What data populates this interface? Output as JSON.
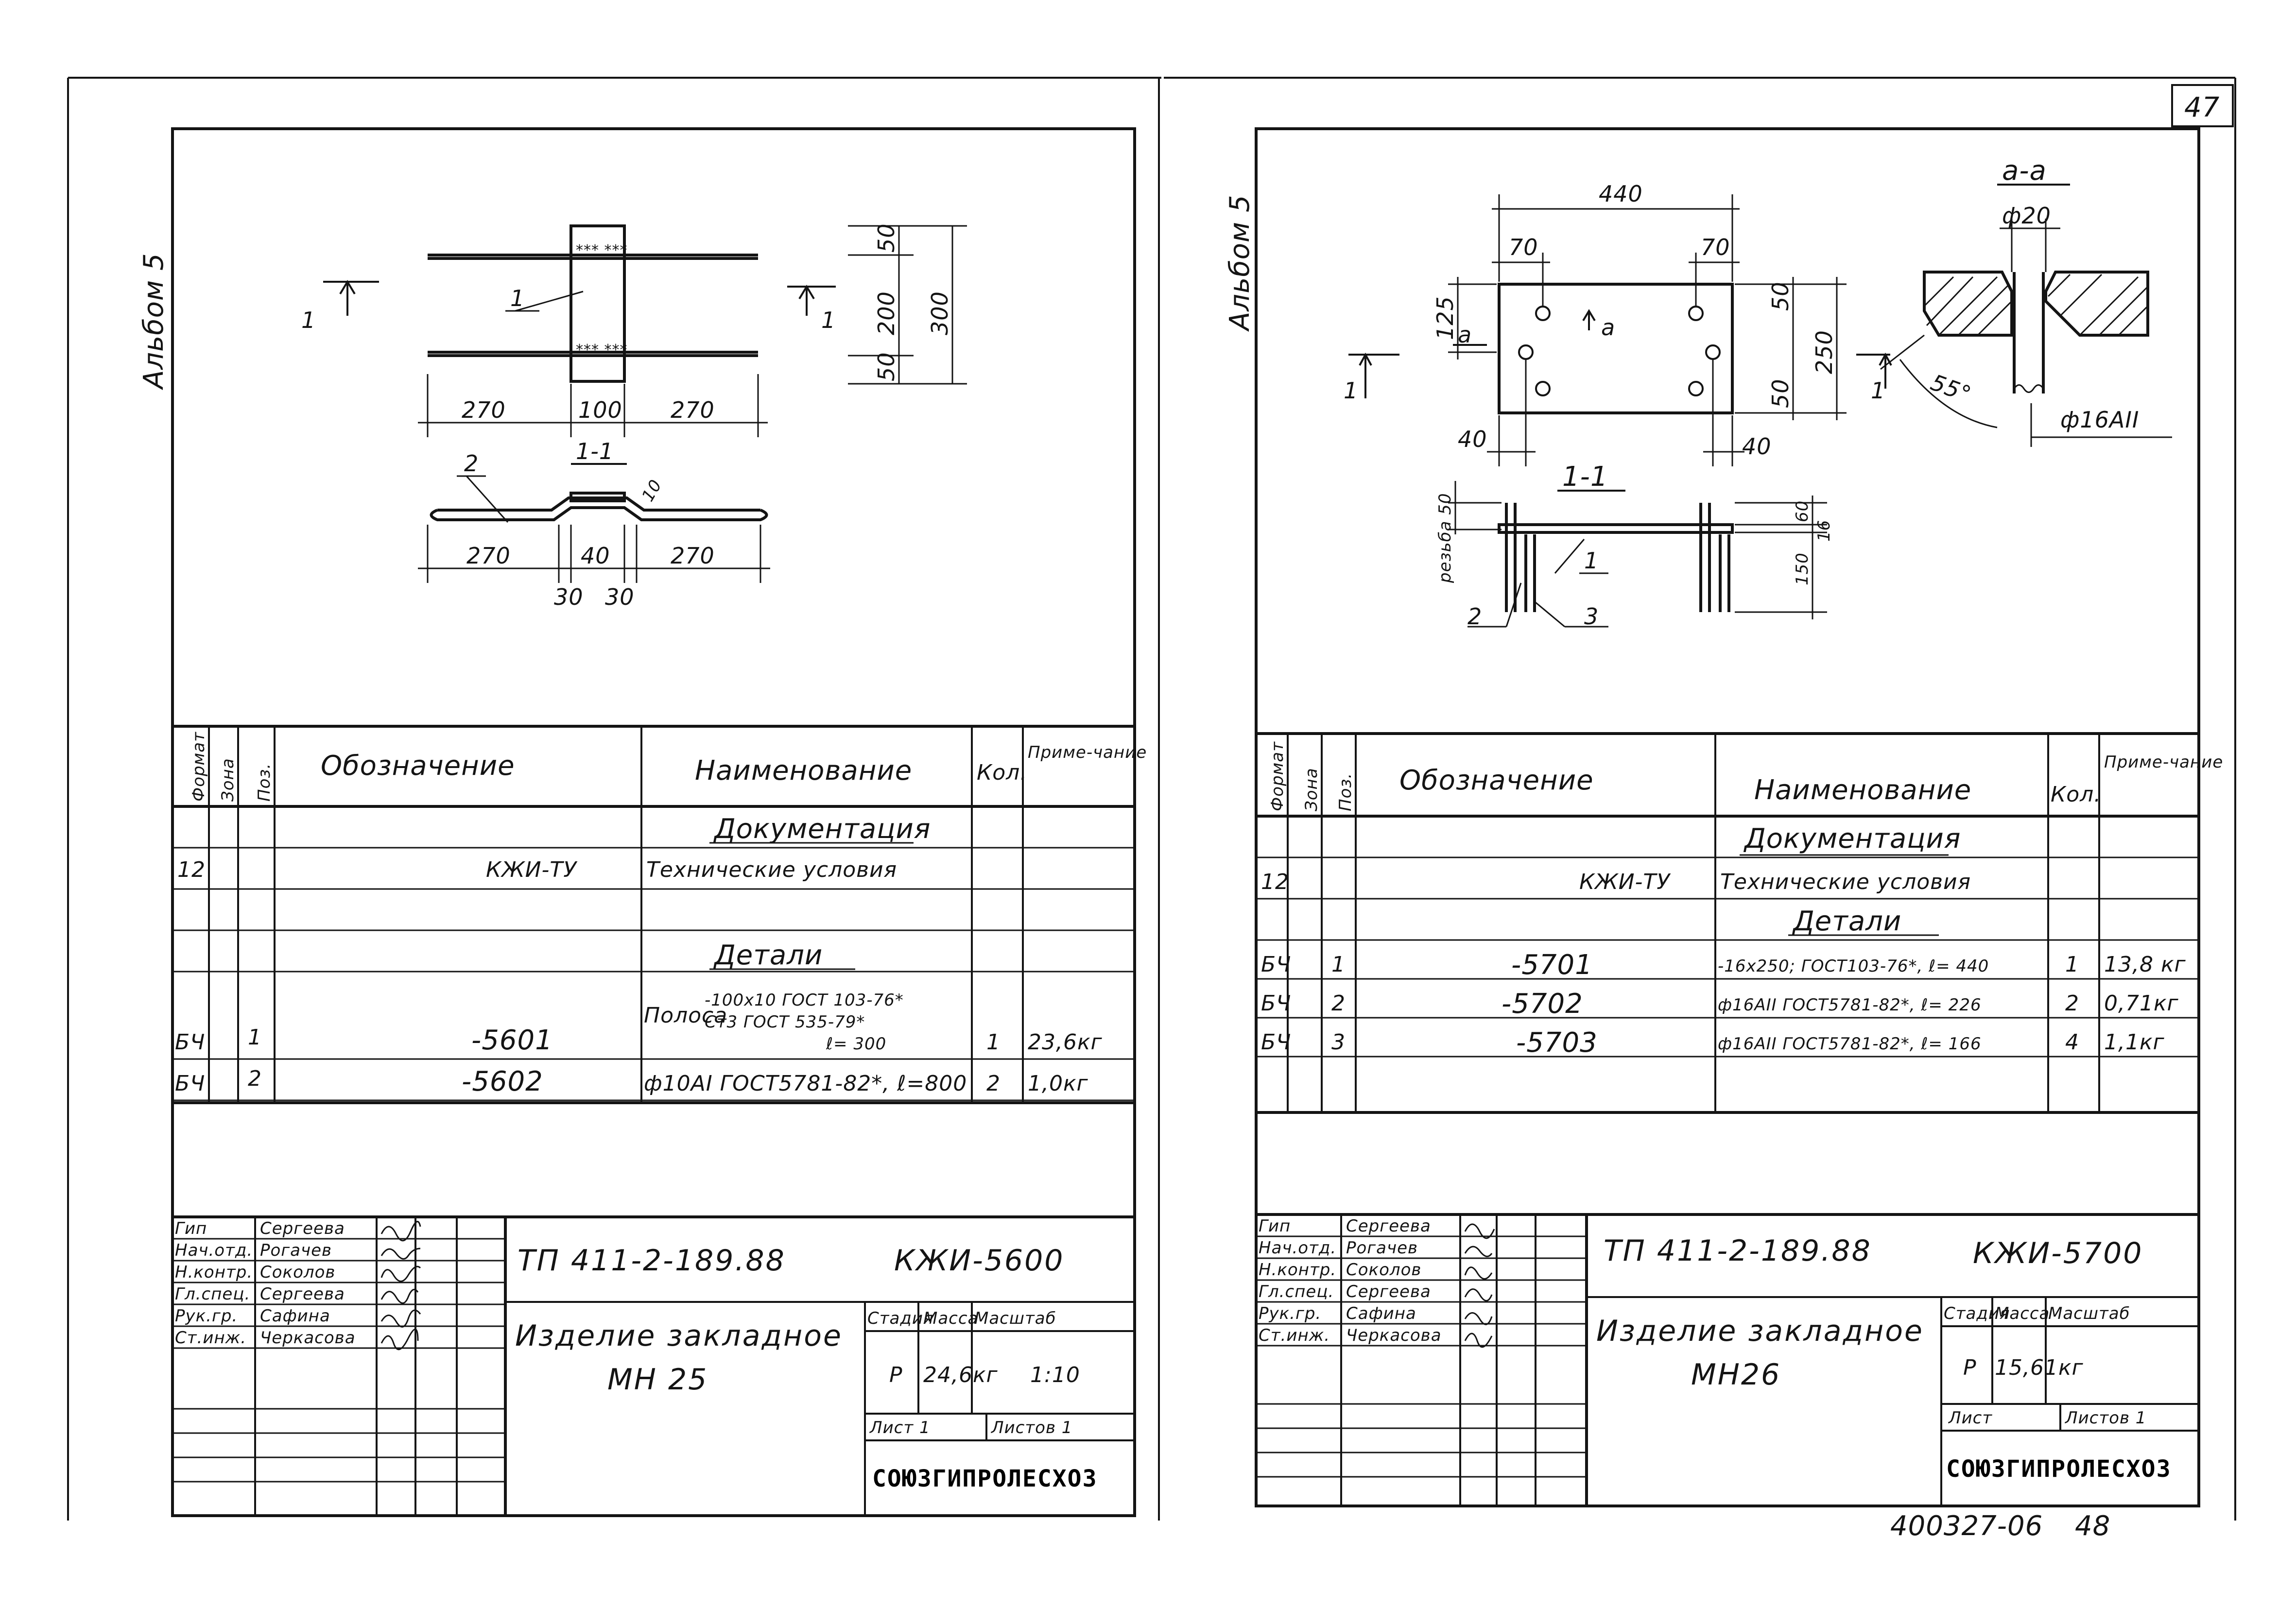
{
  "page": {
    "number": "47"
  },
  "left": {
    "album": "Альбом 5",
    "drawing": {
      "section_label_1": "1",
      "section_label_2": "1",
      "section_title": "1-1",
      "callout_1": "1",
      "callout_2": "2",
      "dim_50_top": "50",
      "dim_200": "200",
      "dim_300": "300",
      "dim_50_bottom": "50",
      "dim_270_left": "270",
      "dim_100": "100",
      "dim_270_right": "270",
      "dim_10": "10",
      "sec_270_left": "270",
      "sec_40": "40",
      "sec_270_right": "270",
      "sec_30_a": "30",
      "sec_30_b": "30"
    },
    "spec": {
      "headers": {
        "format": "Формат",
        "zone": "Зона",
        "pos": "Поз.",
        "designation": "Обозначение",
        "name": "Наименование",
        "qty": "Кол.",
        "note": "Приме-чание"
      },
      "section_docs": "Документация",
      "doc_format": "12",
      "doc_designation": "КЖИ-ТУ",
      "doc_name": "Технические условия",
      "section_parts": "Детали",
      "rows": [
        {
          "format": "БЧ",
          "pos": "1",
          "designation": "-5601",
          "name_prefix": "Полоса",
          "name_line1": "-100х10 ГОСТ 103-76*",
          "name_line2": "Ст3 ГОСТ 535-79*",
          "name_line3": "ℓ= 300",
          "qty": "1",
          "note": "23,6кг"
        },
        {
          "format": "БЧ",
          "pos": "2",
          "designation": "-5602",
          "name": "ф10АI ГОСТ5781-82*, ℓ=800",
          "qty": "2",
          "note": "1,0кг"
        }
      ]
    },
    "title_block": {
      "code": "ТП 411-2-189.88",
      "sheet_code": "КЖИ-5600",
      "roles": [
        "Гип",
        "Нач.отд.",
        "Н.контр.",
        "Гл.спец.",
        "Рук.гр.",
        "Ст.инж."
      ],
      "names": [
        "Сергеева",
        "Рогачев",
        "Соколов",
        "Сергеева",
        "Сафина",
        "Черкасова"
      ],
      "title_line1": "Изделие закладное",
      "title_line2": "МН 25",
      "stage_label": "Стадия",
      "mass_label": "Масса",
      "scale_label": "Масштаб",
      "stage": "Р",
      "mass": "24,6кг",
      "scale": "1:10",
      "sheet": "Лист 1",
      "sheets": "Листов 1",
      "org": "СОЮЗГИПРОЛЕСХОЗ"
    }
  },
  "right": {
    "album": "Альбом 5",
    "drawing": {
      "dim_440": "440",
      "dim_70_left": "70",
      "dim_70_right": "70",
      "dim_125": "125",
      "dim_50_top": "50",
      "dim_250": "250",
      "dim_50_bottom": "50",
      "dim_40_left": "40",
      "dim_40_right": "40",
      "section_a_left": "а",
      "section_a_right": "а",
      "section_label_1": "1",
      "section_label_2": "1",
      "section_aa": "а-а",
      "dim_phi20": "ф20",
      "angle_55": "55°",
      "bar_label": "ф16АII",
      "section_title": "1-1",
      "thread_label": "резьба 50",
      "dim_60": "60",
      "dim_16": "16",
      "dim_150": "150",
      "callout_1": "1",
      "callout_2": "2",
      "callout_3": "3"
    },
    "spec": {
      "headers": {
        "format": "Формат",
        "zone": "Зона",
        "pos": "Поз.",
        "designation": "Обозначение",
        "name": "Наименование",
        "qty": "Кол.",
        "note": "Приме-чание"
      },
      "section_docs": "Документация",
      "doc_format": "12",
      "doc_designation": "КЖИ-ТУ",
      "doc_name": "Технические условия",
      "section_parts": "Детали",
      "rows": [
        {
          "format": "БЧ",
          "pos": "1",
          "designation": "-5701",
          "name": "-16х250; ГОСТ103-76*, ℓ= 440",
          "qty": "1",
          "note": "13,8 кг"
        },
        {
          "format": "БЧ",
          "pos": "2",
          "designation": "-5702",
          "name": "ф16АII ГОСТ5781-82*, ℓ= 226",
          "qty": "2",
          "note": "0,71кг"
        },
        {
          "format": "БЧ",
          "pos": "3",
          "designation": "-5703",
          "name": "ф16АII ГОСТ5781-82*, ℓ= 166",
          "qty": "4",
          "note": "1,1кг"
        }
      ]
    },
    "title_block": {
      "code": "ТП 411-2-189.88",
      "sheet_code": "КЖИ-5700",
      "roles": [
        "Гип",
        "Нач.отд.",
        "Н.контр.",
        "Гл.спец.",
        "Рук.гр.",
        "Ст.инж."
      ],
      "names": [
        "Сергеева",
        "Рогачев",
        "Соколов",
        "Сергеева",
        "Сафина",
        "Черкасова"
      ],
      "title_line1": "Изделие закладное",
      "title_line2": "МН26",
      "stage_label": "Стадия",
      "mass_label": "Масса",
      "scale_label": "Масштаб",
      "stage": "Р",
      "mass": "15,61кг",
      "scale": "",
      "sheet": "Лист",
      "sheets": "Листов 1",
      "org": "СОЮЗГИПРОЛЕСХОЗ"
    },
    "footer": {
      "archive": "400327-06",
      "number": "48"
    }
  }
}
